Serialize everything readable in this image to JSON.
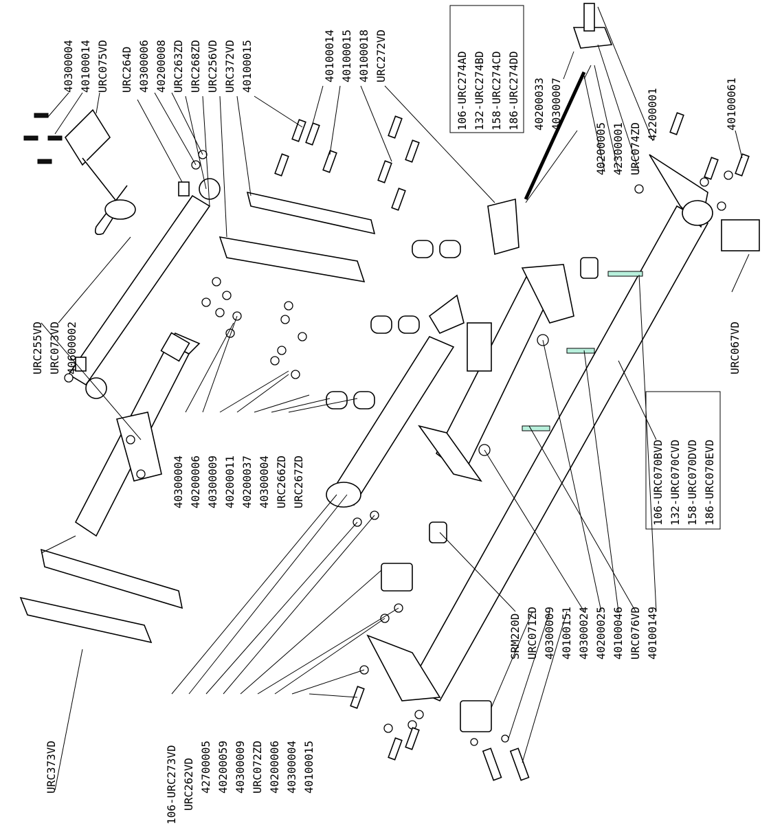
{
  "diagram": {
    "labels": {
      "top_row": [
        "40300004",
        "40100014",
        "URC075VD",
        "URC264D",
        "40300006",
        "40200008",
        "URC263ZD",
        "URC268ZD",
        "URC256VD",
        "URC372VD",
        "40100015",
        "40100014",
        "40100015",
        "40100018",
        "URC272VD"
      ],
      "top_right_block": [
        "106-URC274AD",
        "132-URC274BD",
        "158-URC274CD",
        "186-URC274DD"
      ],
      "top_right_parts": [
        "40200033",
        "40300007",
        "40200005",
        "42300001",
        "URC074ZD",
        "42200001",
        "40100061"
      ],
      "left_group": [
        "URC255VD",
        "URC073VD",
        "40600002"
      ],
      "middle_group": [
        "40300004",
        "40200006",
        "40300009",
        "40200011",
        "40200037",
        "40300004",
        "URC266ZD",
        "URC267ZD"
      ],
      "right_group": [
        "URC067VD"
      ],
      "right_block": [
        "106-URC070BVD",
        "132-URC070CVD",
        "158-URC070DVD",
        "186-URC070EVD"
      ],
      "bottom_right": [
        "SRM220D",
        "URC071ZD",
        "40300009",
        "40100151",
        "40300024",
        "40200025",
        "40100046",
        "URC076VD",
        "40100149"
      ],
      "bottom_left": [
        "URC373VD"
      ],
      "bottom_middle": [
        "106-URC273VD",
        "URC262VD",
        "42700005",
        "40200059",
        "40300009",
        "URC072ZD",
        "40200006",
        "40300004",
        "40100015"
      ]
    },
    "colors": {
      "line": "#000000",
      "pin": "#b8f0dc",
      "background": "#ffffff"
    }
  }
}
